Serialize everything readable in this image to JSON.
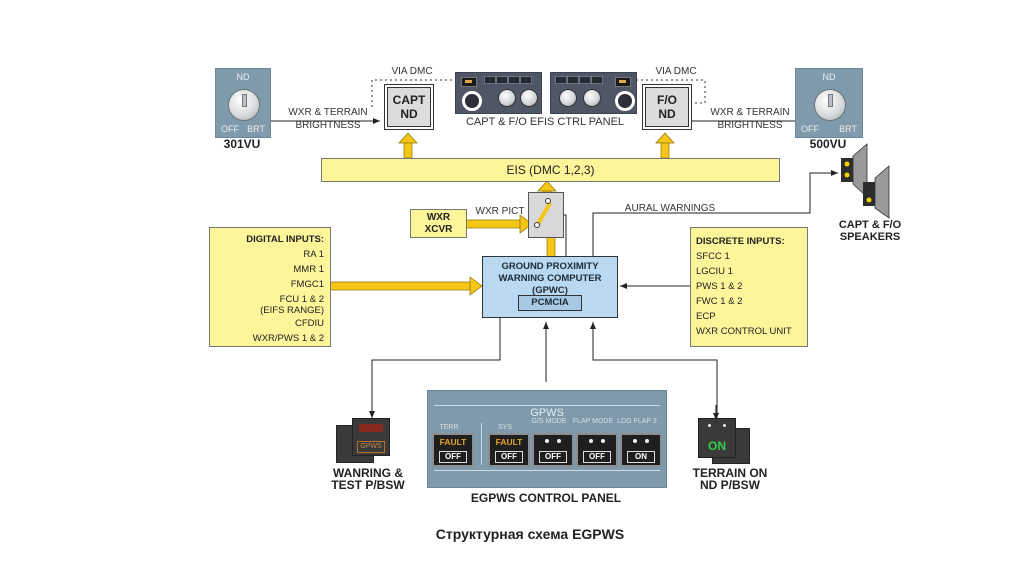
{
  "diagram": {
    "caption": "Структурная схема EGPWS",
    "left_panel": {
      "title": "ND",
      "left_mark": "OFF",
      "right_mark": "BRT",
      "unit": "301VU"
    },
    "right_panel": {
      "title": "ND",
      "left_mark": "OFF",
      "right_mark": "BRT",
      "unit": "500VU"
    },
    "capt_nd": {
      "line1": "CAPT",
      "line2": "ND"
    },
    "fo_nd": {
      "line1": "F/O",
      "line2": "ND"
    },
    "via_dmc_left": "VIA DMC",
    "via_dmc_right": "VIA DMC",
    "brightness_left": {
      "line1": "WXR & TERRAIN",
      "line2": "BRIGHTNESS"
    },
    "brightness_right": {
      "line1": "WXR & TERRAIN",
      "line2": "BRIGHTNESS"
    },
    "efis_panel_label": "CAPT & F/O EFIS CTRL PANEL",
    "eis_bus": "EIS (DMC 1,2,3)",
    "wxr_xcvr": {
      "line1": "WXR",
      "line2": "XCVR"
    },
    "wxr_pict": "WXR PICT",
    "aural_warnings": "AURAL WARNINGS",
    "speakers": {
      "line1": "CAPT & F/O",
      "line2": "SPEAKERS"
    },
    "digital_inputs": {
      "header": "DIGITAL INPUTS:",
      "items": [
        "RA 1",
        "MMR 1",
        "FMGC1",
        "FCU 1 & 2",
        "(EIFS RANGE)",
        "CFDIU",
        "WXR/PWS 1 & 2"
      ]
    },
    "discrete_inputs": {
      "header": "DISCRETE INPUTS:",
      "items": [
        "SFCC 1",
        "LGCIU 1",
        "PWS 1 & 2",
        "FWC 1 & 2",
        "ECP",
        "WXR CONTROL UNIT"
      ]
    },
    "gpwc": {
      "line1": "GROUND PROXIMITY",
      "line2": "WARNING COMPUTER",
      "line3": "(GPWC)",
      "module": "PCMCIA"
    },
    "egpws_panel": {
      "title": "GPWS",
      "label": "EGPWS CONTROL PANEL",
      "switches": [
        {
          "caption": "TERR",
          "top": "FAULT",
          "bottom": "OFF"
        },
        {
          "caption": "SYS",
          "top": "FAULT",
          "bottom": "OFF"
        },
        {
          "caption": "G/S MODE",
          "top": "",
          "bottom": "OFF"
        },
        {
          "caption": "FLAP MODE",
          "top": "",
          "bottom": "OFF"
        },
        {
          "caption": "LDG FLAP 3",
          "top": "",
          "bottom": "ON"
        }
      ]
    },
    "warning_test_pbsw": {
      "line1": "WANRING &",
      "line2": "TEST P/BSW",
      "button_text": "GPWS"
    },
    "terrain_on_pbsw": {
      "line1": "TERRAIN ON",
      "line2": "ND P/BSW",
      "button_text": "ON"
    },
    "colors": {
      "yellow_box": "#fdf59a",
      "arrow_yellow": "#f5c518",
      "gpwc_blue": "#b9d9f2",
      "panel_gray": "#7f9aaa"
    }
  }
}
